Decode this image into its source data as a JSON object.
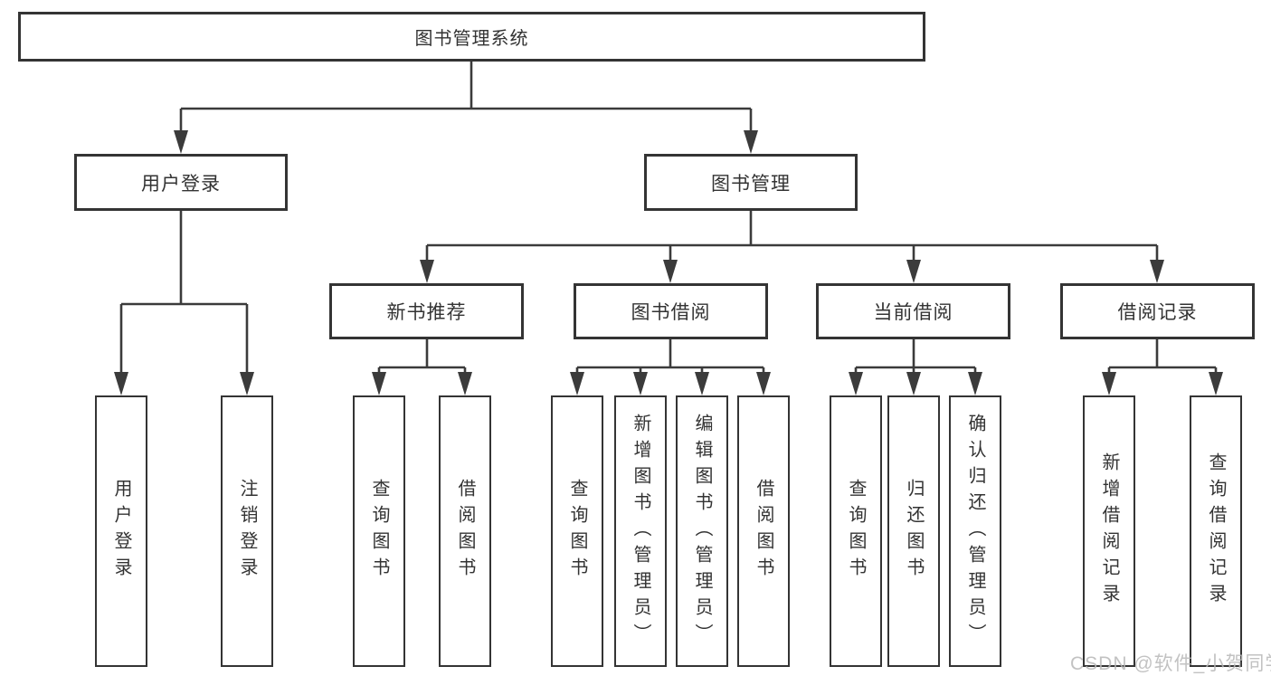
{
  "diagram": {
    "root": {
      "label": "图书管理系统"
    },
    "level2": [
      {
        "label": "用户登录"
      },
      {
        "label": "图书管理"
      }
    ],
    "level3": [
      {
        "label": "新书推荐"
      },
      {
        "label": "图书借阅"
      },
      {
        "label": "当前借阅"
      },
      {
        "label": "借阅记录"
      }
    ],
    "leaves": [
      {
        "label": "用户登录"
      },
      {
        "label": "注销登录"
      },
      {
        "label": "查询图书"
      },
      {
        "label": "借阅图书"
      },
      {
        "label": "查询图书"
      },
      {
        "label": "新增图书（管理员）"
      },
      {
        "label": "编辑图书（管理员）"
      },
      {
        "label": "借阅图书"
      },
      {
        "label": "查询图书"
      },
      {
        "label": "归还图书"
      },
      {
        "label": "确认归还（管理员）"
      },
      {
        "label": "新增借阅记录"
      },
      {
        "label": "查询借阅记录"
      }
    ],
    "watermark": "CSDN @软件_小贺同学",
    "colors": {
      "line": "#3b3b3b",
      "border": "#343434",
      "text": "#333333",
      "background": "#ffffff",
      "watermark": "#b8b8b8"
    }
  }
}
